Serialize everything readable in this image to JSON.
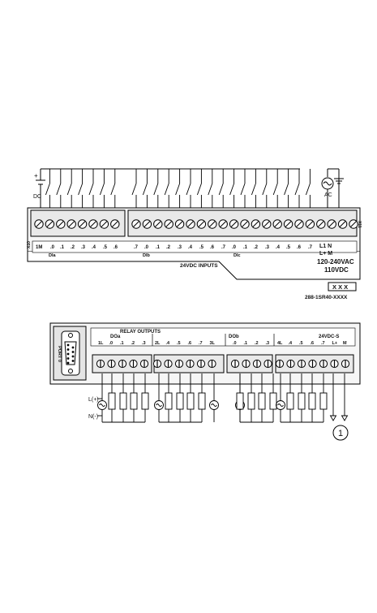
{
  "top_module": {
    "supply_plus": "+",
    "supply_dc": "DC",
    "ac_label": "AC",
    "x_top": "X11",
    "x_bottom": "X10",
    "terminals": [
      "1M",
      ".0",
      ".1",
      ".2",
      ".3",
      ".4",
      ".5",
      ".6",
      ".7",
      ".0",
      ".1",
      ".2",
      ".3",
      ".4",
      ".5",
      ".6",
      ".7",
      ".0",
      ".1",
      ".2",
      ".3",
      ".4",
      ".5",
      ".6",
      ".7"
    ],
    "group_labels": [
      "DIa",
      "DIb",
      "DIc"
    ],
    "inputs_caption": "24VDC INPUTS",
    "power_terminals_top": "L1 N",
    "power_terminals_bottom": "L+ M",
    "voltage_ac": "120-240VAC",
    "voltage_dc": "110VDC",
    "part_box": "X X X",
    "part_number": "288-1SR40-XXXX"
  },
  "bottom_module": {
    "port_label": "PORT 0",
    "relay_caption": "RELAY OUTPUTS",
    "group_labels": [
      "DOa",
      "DOb",
      "24VDC-S"
    ],
    "terminals": [
      "1L",
      ".0",
      ".1",
      ".2",
      ".3",
      "2L",
      ".4",
      ".5",
      ".6",
      ".7",
      "3L",
      ".0",
      ".1",
      ".2",
      ".3",
      "4L",
      ".4",
      ".5",
      ".6",
      ".7",
      "L+",
      "M"
    ],
    "line_label": "L(+)",
    "neutral_label": "N(-)",
    "callout": "1"
  }
}
